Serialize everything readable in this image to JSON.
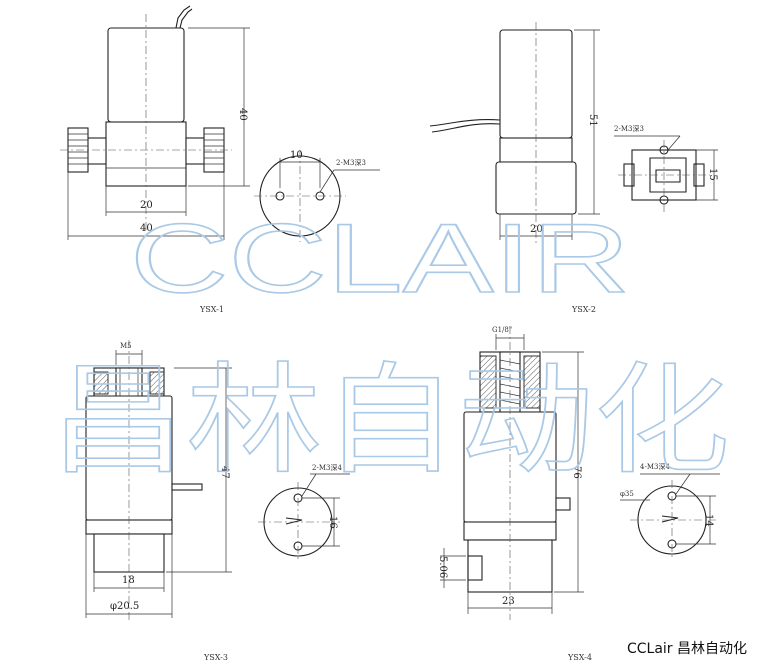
{
  "watermark": {
    "line1": "CCLAIR",
    "line2": "昌林自动化",
    "color": "#a9c9e6"
  },
  "brand_footer": "CCLair 昌林自动化",
  "views": {
    "ysx1": {
      "caption": "YSX-1",
      "dims": {
        "height": "40",
        "body_width": "20",
        "total_width": "40",
        "hole_spacing": "10",
        "hole_note": "2-M3深3"
      }
    },
    "ysx2": {
      "caption": "YSX-2",
      "dims": {
        "height": "51",
        "width": "20",
        "hole_note": "2-M3深3",
        "side": "15"
      }
    },
    "ysx3": {
      "caption": "YSX-3",
      "dims": {
        "port": "M5",
        "height": "47",
        "width": "18",
        "diameter": "φ20.5",
        "hole_note": "2-M3深4",
        "side": "16"
      }
    },
    "ysx4": {
      "caption": "YSX-4",
      "dims": {
        "port": "G1/8\"",
        "height": "76",
        "width": "23",
        "left_offset": "5.06",
        "hole_note": "4-M3深4",
        "side": "14",
        "angle": "φ35"
      }
    }
  }
}
